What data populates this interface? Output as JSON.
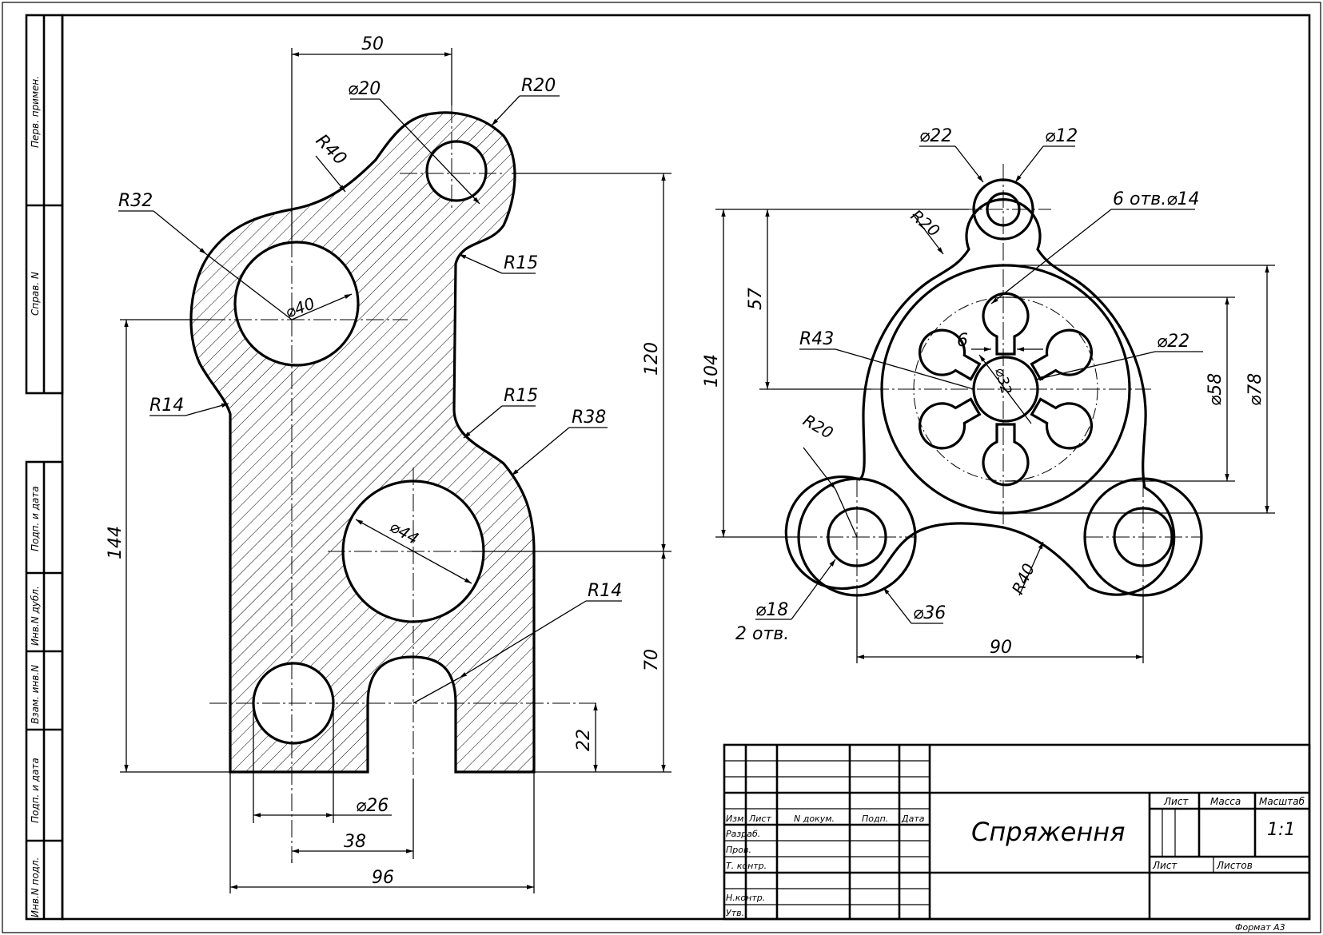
{
  "side_stamp": {
    "perv_primen": "Перв. примен.",
    "sprav_n": "Справ. N",
    "podp_data_1": "Подп. и дата",
    "inv_dubl": "Инв.N дубл.",
    "vzam_inv": "Взам. инв.N",
    "podp_data_2": "Подп. и дата",
    "inv_podl": "Инв.N подл."
  },
  "part1": {
    "dims": {
      "d50": "50",
      "d20": "⌀20",
      "r20": "R20",
      "r40": "R40",
      "r32": "R32",
      "r15a": "R15",
      "d40": "⌀40",
      "d120": "120",
      "r14a": "R14",
      "r15b": "R15",
      "r38": "R38",
      "d144": "144",
      "d44": "⌀44",
      "r14b": "R14",
      "d70": "70",
      "d22": "22",
      "d26": "⌀26",
      "d38": "38",
      "d96": "96"
    }
  },
  "part2": {
    "dims": {
      "d22top": "⌀22",
      "d12": "⌀12",
      "holes": "6 отв.⌀14",
      "r20top": "R20",
      "d57": "57",
      "d104": "104",
      "r43": "R43",
      "six": "6",
      "d22mid": "⌀22",
      "d32": "⌀32",
      "d58": "⌀58",
      "d78": "⌀78",
      "r20left": "R20",
      "r40": "R40",
      "d18": "⌀18",
      "two_holes": "2 отв.",
      "d36": "⌀36",
      "d90": "90"
    }
  },
  "title_block": {
    "col_izm": "Изм",
    "col_list": "Лист",
    "col_ndoc": "N докум.",
    "col_podp": "Подп.",
    "col_data": "Дата",
    "row_razrab": "Разраб.",
    "row_prov": "Пров.",
    "row_tkontr": "Т. контр.",
    "row_nkontr": "Н.контр.",
    "row_utv": "Утв.",
    "title": "Спряження",
    "h_list": "Лист",
    "h_massa": "Масса",
    "h_masshtab": "Масштаб",
    "scale": "1:1",
    "sheet_list": "Лист",
    "sheet_listov": "Листов",
    "format": "Формат А3"
  }
}
